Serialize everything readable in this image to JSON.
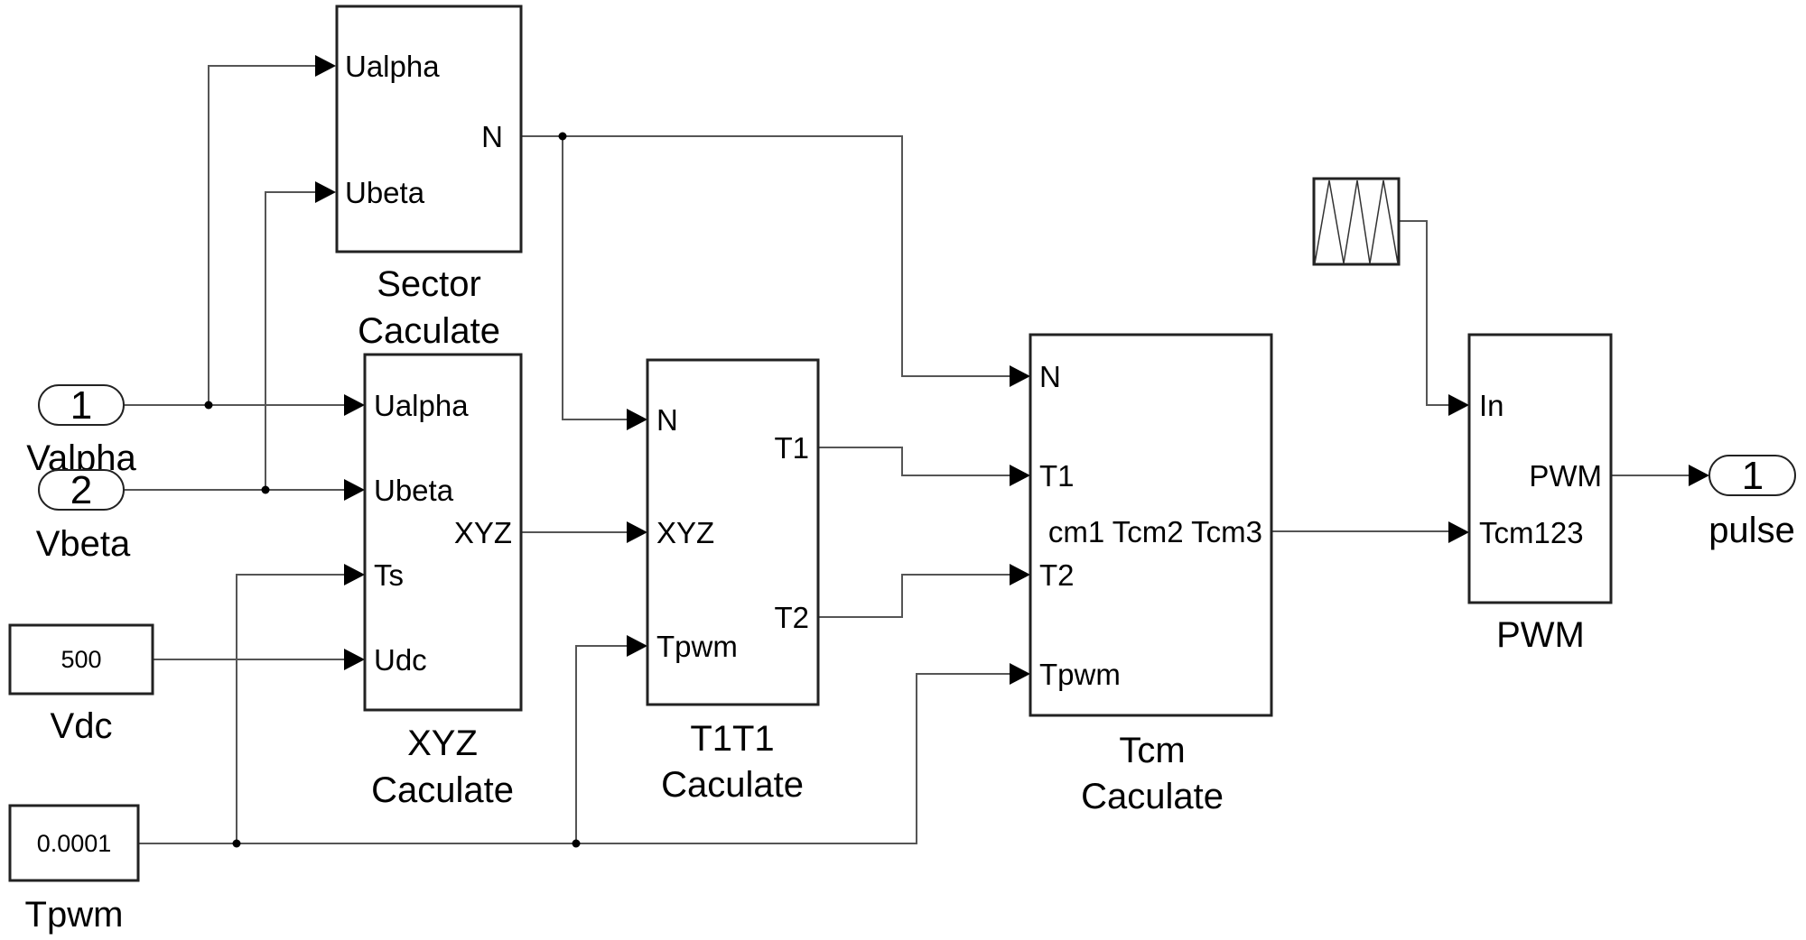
{
  "blocks": {
    "sector": {
      "name_line1": "Sector",
      "name_line2": "Caculate",
      "inputs": [
        "Ualpha",
        "Ubeta"
      ],
      "outputs": [
        "N"
      ]
    },
    "xyz": {
      "name_line1": "XYZ",
      "name_line2": "Caculate",
      "inputs": [
        "Ualpha",
        "Ubeta",
        "Ts",
        "Udc"
      ],
      "outputs": [
        "XYZ"
      ]
    },
    "t1t1": {
      "name_line1": "T1T1",
      "name_line2": "Caculate",
      "inputs": [
        "N",
        "XYZ",
        "Tpwm"
      ],
      "outputs": [
        "T1",
        "T2"
      ]
    },
    "tcm": {
      "name_line1": "Tcm",
      "name_line2": "Caculate",
      "inputs": [
        "N",
        "T1",
        "T2",
        "Tpwm"
      ],
      "outputs": [
        "cm1 Tcm2 Tcm3"
      ]
    },
    "pwm": {
      "name": "PWM",
      "inputs": [
        "In",
        "Tcm123"
      ],
      "outputs": [
        "PWM"
      ]
    }
  },
  "inports": [
    {
      "number": "1",
      "name": "Valpha"
    },
    {
      "number": "2",
      "name": "Vbeta"
    }
  ],
  "outports": [
    {
      "number": "1",
      "name": "pulse"
    }
  ],
  "constants": [
    {
      "value": "500",
      "name": "Vdc"
    },
    {
      "value": "0.0001",
      "name": "Tpwm"
    }
  ],
  "sources": [
    {
      "type": "triangle-wave-generator"
    }
  ]
}
